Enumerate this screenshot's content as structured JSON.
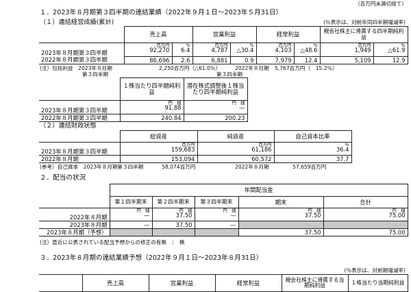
{
  "top_note": "（百万円未満切捨て）",
  "section1": {
    "title": "１．2023年８月期第３四半期の連結業績（2022年９月１日～2023年５月31日）",
    "sub1": {
      "title": "（１）連結経営成績(累計)",
      "note": "(％表示は、対前年同四半期増減率)",
      "headers": [
        "売上高",
        "営業利益",
        "経常利益",
        "親会社株主に帰属する四半期純利益"
      ],
      "units": {
        "amount": "百万円",
        "pct": "%"
      },
      "rows": [
        {
          "label": "2023年８月期第３四半期",
          "values": [
            "92,270",
            "6.4",
            "4,787",
            "△30.4",
            "4,103",
            "△48.6",
            "1,949",
            "△61.9"
          ]
        },
        {
          "label": "2022年８月期第３四半期",
          "values": [
            "86,696",
            "2.6",
            "6,881",
            "0.9",
            "7,979",
            "12.4",
            "5,109",
            "12.9"
          ]
        }
      ],
      "footnote_a": "(注）包括利益　2023年８月期",
      "footnote_b": "2,250百万円（△61.0％）",
      "footnote_c": "2022年８月期",
      "footnote_d": "5,767百万円（　15.2％）",
      "footnote_e": "第３四半期",
      "footnote_f": "第３四半期"
    },
    "eps": {
      "headers": [
        "１株当たり四半期純利益",
        "潜在株式調整後１株当たり四半期純利益"
      ],
      "unit_yen": "円",
      "unit_sen": "銭",
      "rows": [
        {
          "label": "2023年８月期第３四半期",
          "values": [
            "91.88",
            "—"
          ]
        },
        {
          "label": "2022年８月期第３四半期",
          "values": [
            "240.84",
            "200.23"
          ]
        }
      ]
    },
    "sub2": {
      "title": "（２）連結財政状態",
      "headers": [
        "総資産",
        "純資産",
        "自己資本比率"
      ],
      "units": {
        "amount": "百万円",
        "pct": "%"
      },
      "rows": [
        {
          "label": "2023年８月期第３四半期",
          "values": [
            "159,683",
            "61,186",
            "36.4"
          ]
        },
        {
          "label": "2022年８月期",
          "values": [
            "153,094",
            "60,572",
            "37.7"
          ]
        }
      ],
      "ref_a": "(参考）自己資本　2023年８月期第３四半期",
      "ref_b": "58,074百万円",
      "ref_c": "2022年８月期",
      "ref_d": "57,659百万円"
    }
  },
  "section2": {
    "title": "２．配当の状況",
    "group_header": "年間配当金",
    "headers": [
      "第１四半期末",
      "第２四半期末",
      "第３四半期末",
      "期末",
      "合計"
    ],
    "unit_yen": "円",
    "unit_sen": "銭",
    "rows": [
      {
        "label": "2022年８月期",
        "values": [
          "—",
          "37.50",
          "—",
          "37.50",
          "75.00"
        ]
      },
      {
        "label": "2023年８月期",
        "values": [
          "—",
          "37.50",
          "—",
          "",
          ""
        ]
      },
      {
        "label": "2023年８月期（予想）",
        "values": [
          "",
          "",
          "",
          "37.50",
          "75.00"
        ]
      }
    ],
    "note": "(注）直近に公表されている配当予想からの修正の有無　：　無"
  },
  "section3": {
    "title": "３．2023年８月期の連結業績予想（2022年９月１日～2023年８月31日）",
    "note": "(％表示は、対前期増減率)",
    "headers": [
      "売上高",
      "営業利益",
      "経常利益",
      "親会社株主に帰属する当期純利益",
      "１株当たり当期純利益"
    ]
  }
}
